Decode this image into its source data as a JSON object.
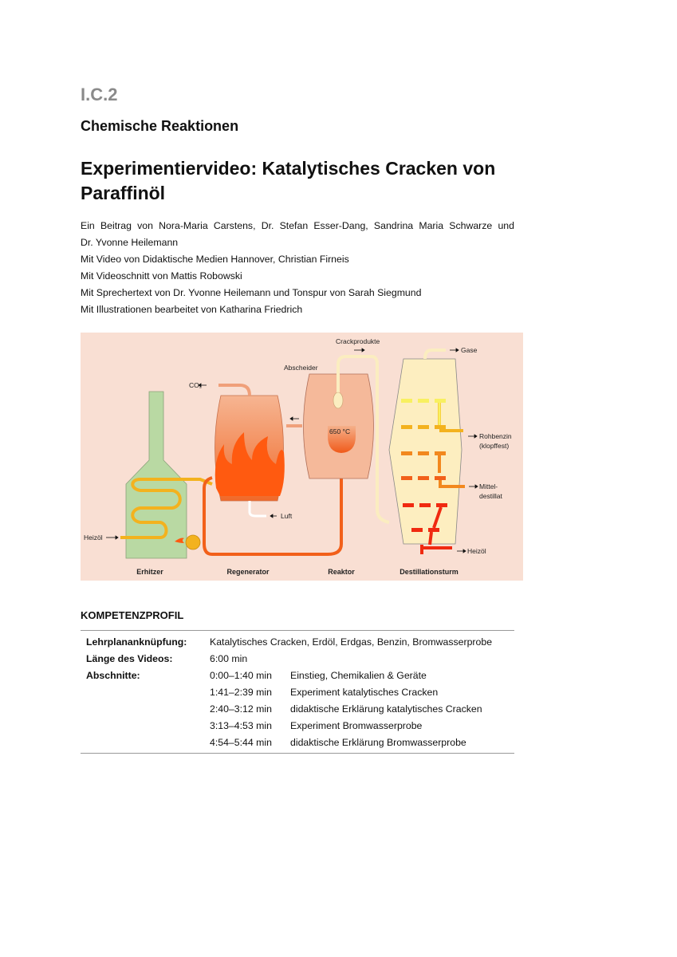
{
  "header": {
    "code": "I.C.2",
    "section": "Chemische Reaktionen",
    "title": "Experimentiervideo: Katalytisches Cracken von Paraffinöl"
  },
  "authors": [
    "Ein Beitrag von Nora-Maria Carstens, Dr. Stefan Esser-Dang, Sandrina Maria Schwarze und",
    "Dr. Yvonne Heilemann",
    "Mit Video von Didaktische Medien Hannover, Christian Firneis",
    "Mit Videoschnitt von Mattis Robowski",
    "Mit Sprechertext von Dr. Yvonne Heilemann und Tonspur von Sarah Siegmund",
    "Mit Illustrationen bearbeitet von Katharina Friedrich"
  ],
  "diagram": {
    "labels": {
      "co2": "CO₂",
      "abscheider": "Abscheider",
      "crackprodukte": "Crackprodukte",
      "gase": "Gase",
      "temp": "650 °C",
      "rohbenzin1": "Rohbenzin",
      "rohbenzin2": "(klopffest)",
      "mittel1": "Mittel-",
      "mittel2": "destillat",
      "heizoel_out": "Heizöl",
      "heizoel_in": "Heizöl",
      "luft": "Luft"
    },
    "captions": [
      "Erhitzer",
      "Regenerator",
      "Reaktor",
      "Destillationsturm"
    ],
    "colors": {
      "background": "#f9dfd3",
      "heater": "#b9d9a3",
      "vessel": "#f5b99a",
      "tower": "#fdeec0",
      "flame": "#ff5a10"
    }
  },
  "profile": {
    "heading": "KOMPETENZPROFIL",
    "rows": [
      {
        "label": "Lehrplananknüpfung:",
        "value": "Katalytisches Cracken, Erdöl, Erdgas, Benzin, Bromwasserprobe"
      },
      {
        "label": "Länge des Videos:",
        "value": "6:00 min"
      }
    ],
    "sections_label": "Abschnitte:",
    "sections": [
      {
        "time": "0:00–1:40 min",
        "desc": "Einstieg, Chemikalien & Geräte"
      },
      {
        "time": "1:41–2:39 min",
        "desc": "Experiment katalytisches Cracken"
      },
      {
        "time": "2:40–3:12 min",
        "desc": "didaktische Erklärung katalytisches Cracken"
      },
      {
        "time": "3:13–4:53 min",
        "desc": "Experiment Bromwasserprobe"
      },
      {
        "time": "4:54–5:44 min",
        "desc": "didaktische Erklärung Bromwasserprobe"
      }
    ]
  }
}
